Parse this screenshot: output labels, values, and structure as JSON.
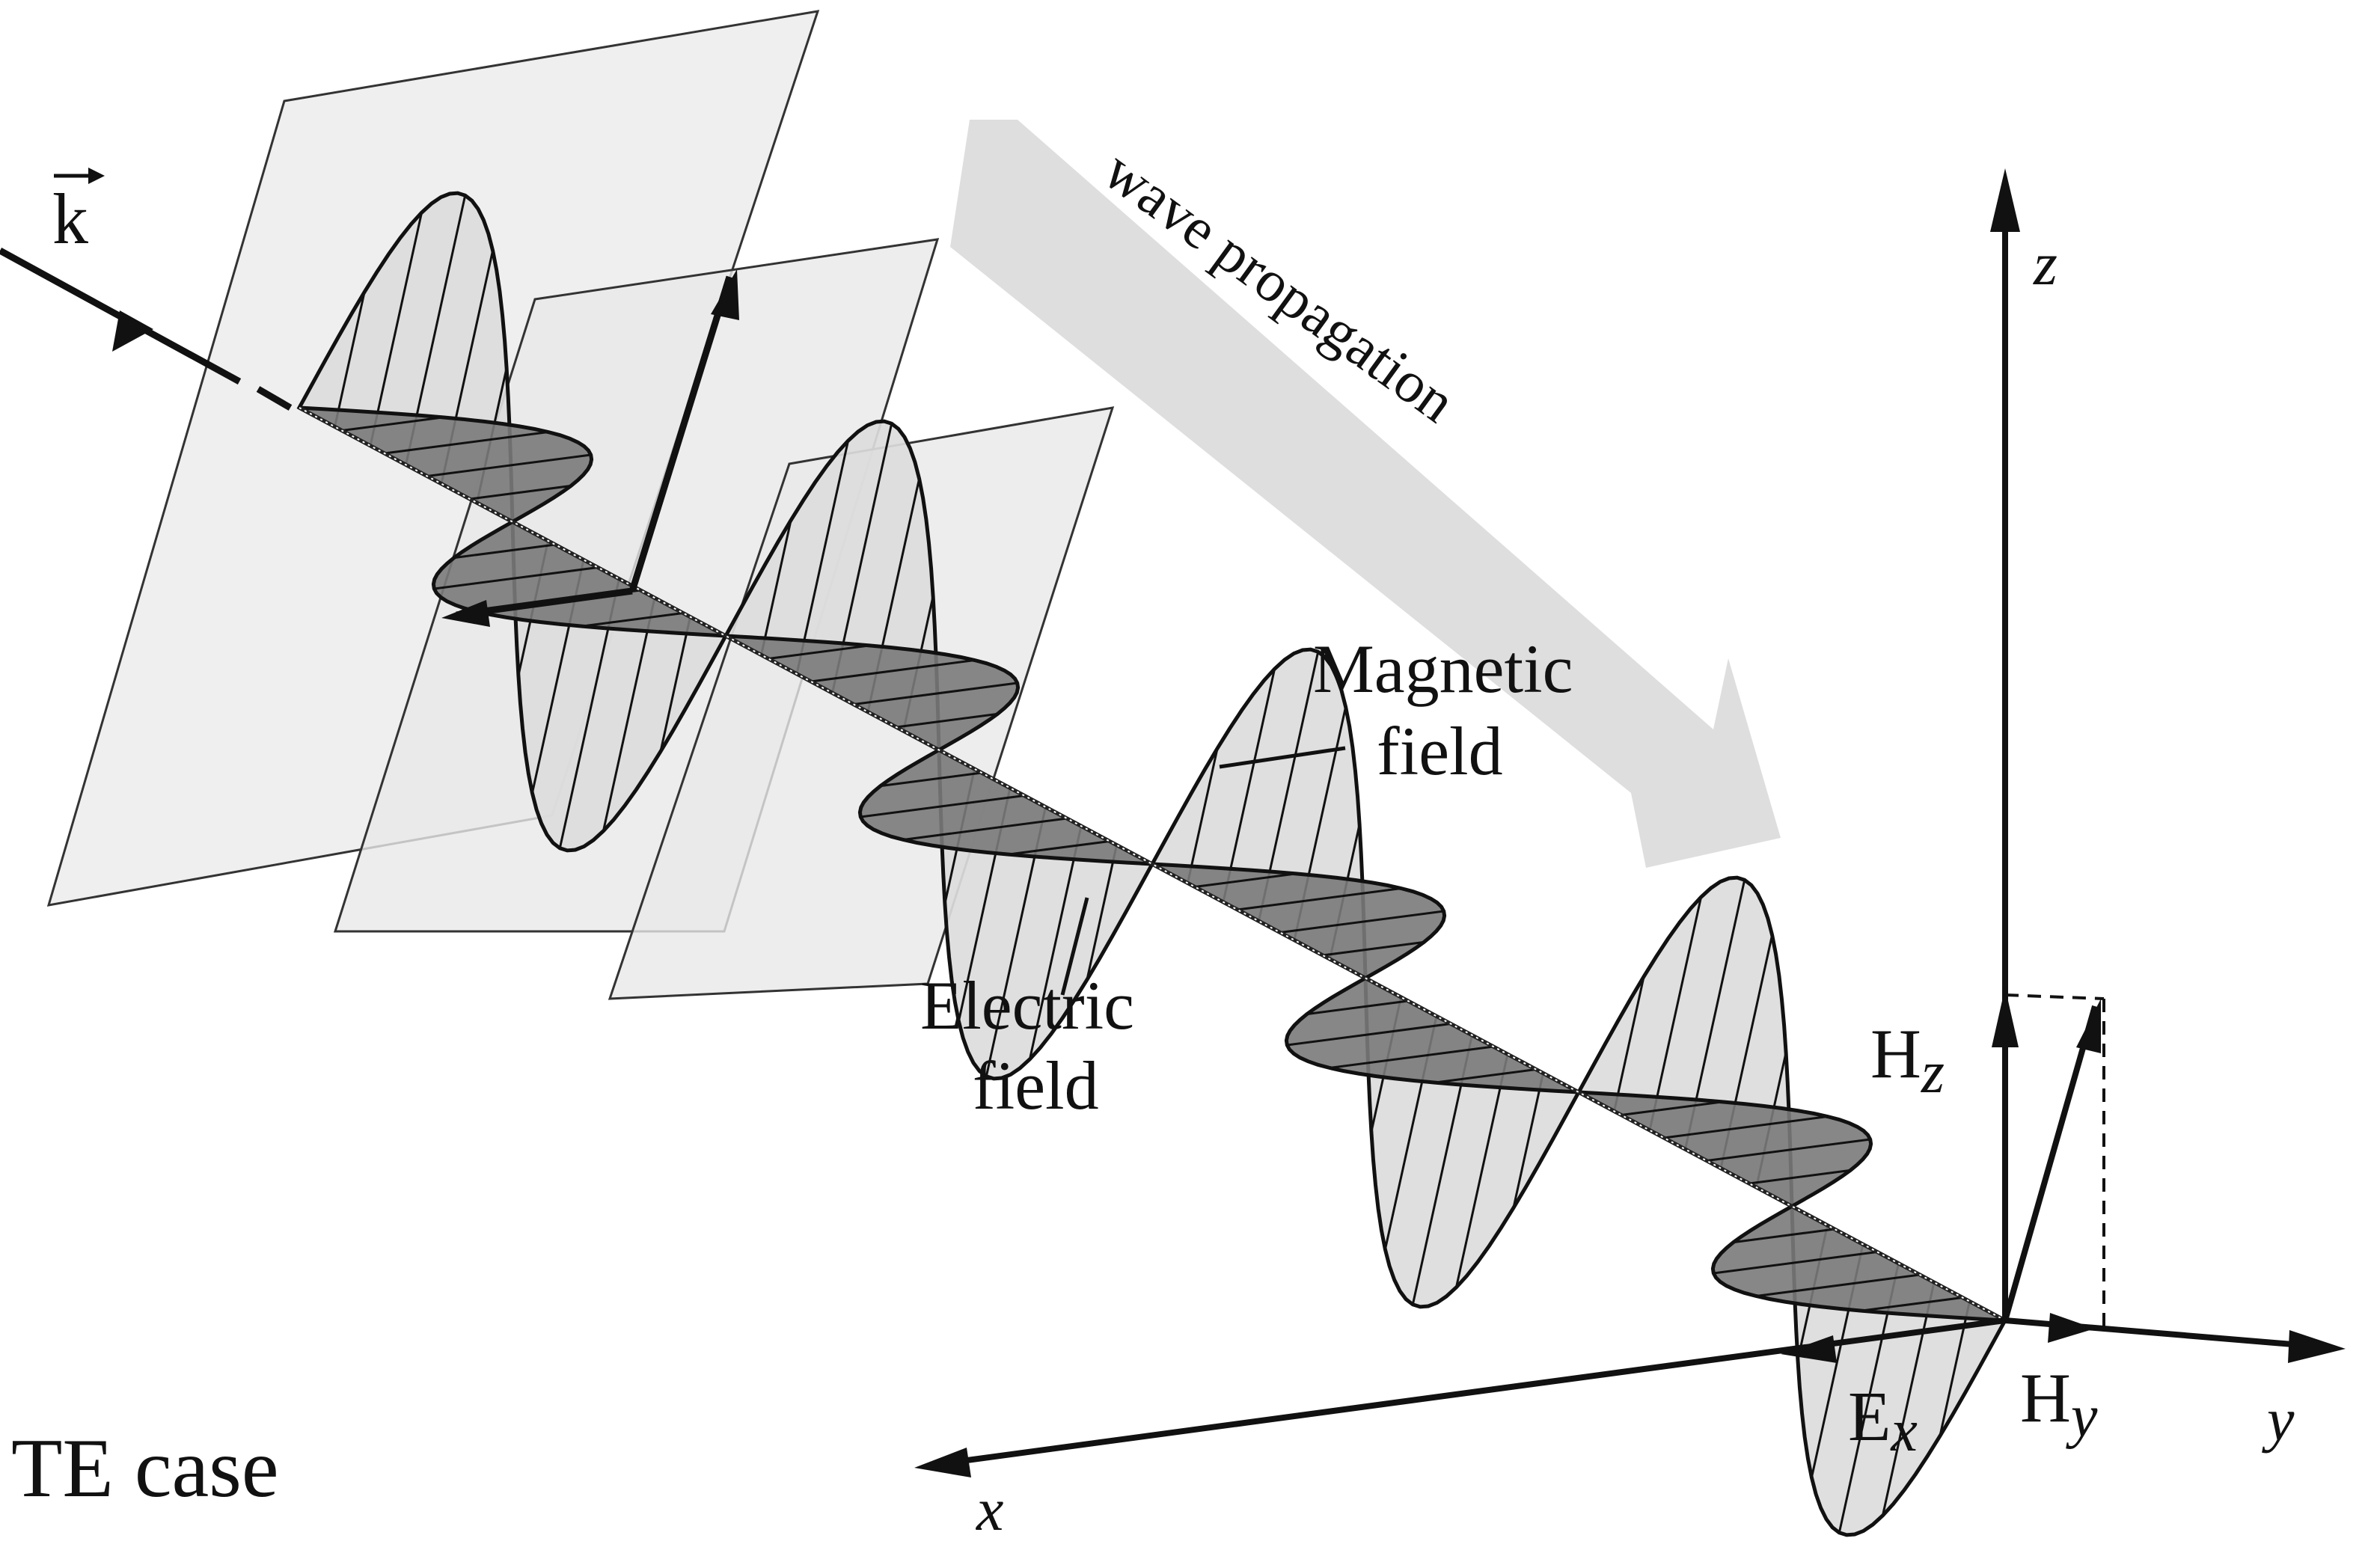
{
  "title": "TE case",
  "wave_vector_label": "k",
  "propagation_label": "wave propagation",
  "field_labels": {
    "magnetic_line1": "Magnetic",
    "magnetic_line2": "field",
    "electric_line1": "Electric",
    "electric_line2": "field"
  },
  "component_labels": {
    "hz_main": "H",
    "hz_sub": "z",
    "hy_main": "H",
    "hy_sub": "y",
    "ex_main": "E",
    "ex_sub": "x"
  },
  "axes": {
    "x": "x",
    "y": "y",
    "z": "z"
  },
  "colors": {
    "plane_fill": "#ececec",
    "magnetic_fill": "#dcdcdc",
    "electric_fill": "#7a7a7a",
    "arrow_band": "#dedede",
    "stroke": "#111111"
  }
}
